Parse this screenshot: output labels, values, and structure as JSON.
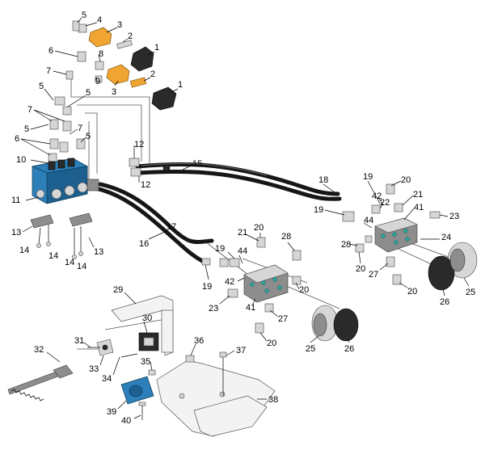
{
  "diagram": {
    "callouts": [
      "1",
      "2",
      "3",
      "4",
      "5",
      "6",
      "7",
      "8",
      "9",
      "10",
      "11",
      "12",
      "13",
      "14",
      "15",
      "16",
      "17",
      "18",
      "19",
      "20",
      "21",
      "22",
      "23",
      "24",
      "25",
      "26",
      "27",
      "28",
      "29",
      "30",
      "31",
      "32",
      "33",
      "34",
      "35",
      "36",
      "37",
      "38",
      "39",
      "40",
      "41",
      "42",
      "44"
    ],
    "colors": {
      "hose": "#161616",
      "valve_block": "#2c7fb8",
      "manifold_port": "#2aa7a0",
      "solenoid_body": "#f0a431",
      "bracket": "#f3f3f3",
      "pedal": "#8d8d8d"
    }
  }
}
